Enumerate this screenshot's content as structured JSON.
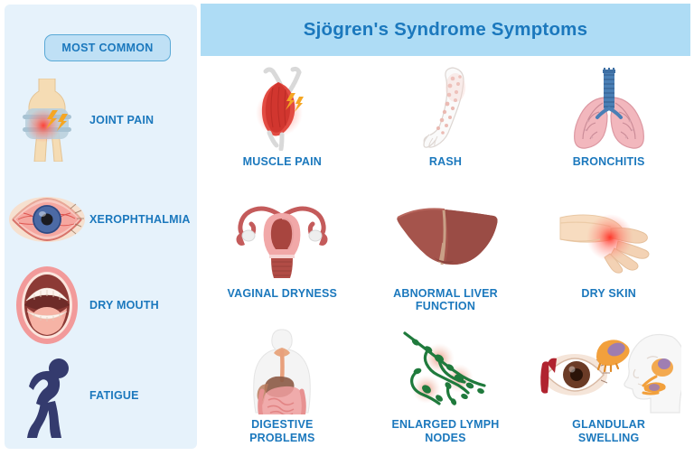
{
  "colors": {
    "sidebar_bg": "#e6f2fb",
    "header_bg": "#aedcf5",
    "label_blue": "#1b78bd",
    "pill_bg": "#bfe0f5",
    "pill_border": "#5aa9d6",
    "page_bg": "#ffffff"
  },
  "header": {
    "title": "Sjögren's Syndrome Symptoms"
  },
  "sidebar": {
    "pill_label": "MOST COMMON",
    "items": [
      {
        "label": "JOINT PAIN",
        "icon": "knee-joint-pain-icon"
      },
      {
        "label": "XEROPHTHALMIA",
        "icon": "bloodshot-dry-eye-icon"
      },
      {
        "label": "DRY MOUTH",
        "icon": "open-mouth-icon"
      },
      {
        "label": "FATIGUE",
        "icon": "hunched-tired-person-icon"
      }
    ]
  },
  "main": {
    "symptoms": [
      {
        "label": "MUSCLE PAIN",
        "icon": "inflamed-muscle-icon"
      },
      {
        "label": "RASH",
        "icon": "spotted-arm-rash-icon"
      },
      {
        "label": "BRONCHITIS",
        "icon": "lungs-icon"
      },
      {
        "label": "VAGINAL DRYNESS",
        "icon": "uterus-icon"
      },
      {
        "label": "ABNORMAL LIVER FUNCTION",
        "icon": "liver-icon"
      },
      {
        "label": "DRY SKIN",
        "icon": "irritated-hand-icon"
      },
      {
        "label": "DIGESTIVE\nPROBLEMS",
        "icon": "digestive-system-icon"
      },
      {
        "label": "ENLARGED LYMPH\nNODES",
        "icon": "lymph-vessels-icon"
      },
      {
        "label": "GLANDULAR\nSWELLING",
        "icon": "lacrimal-salivary-glands-icon"
      }
    ]
  }
}
